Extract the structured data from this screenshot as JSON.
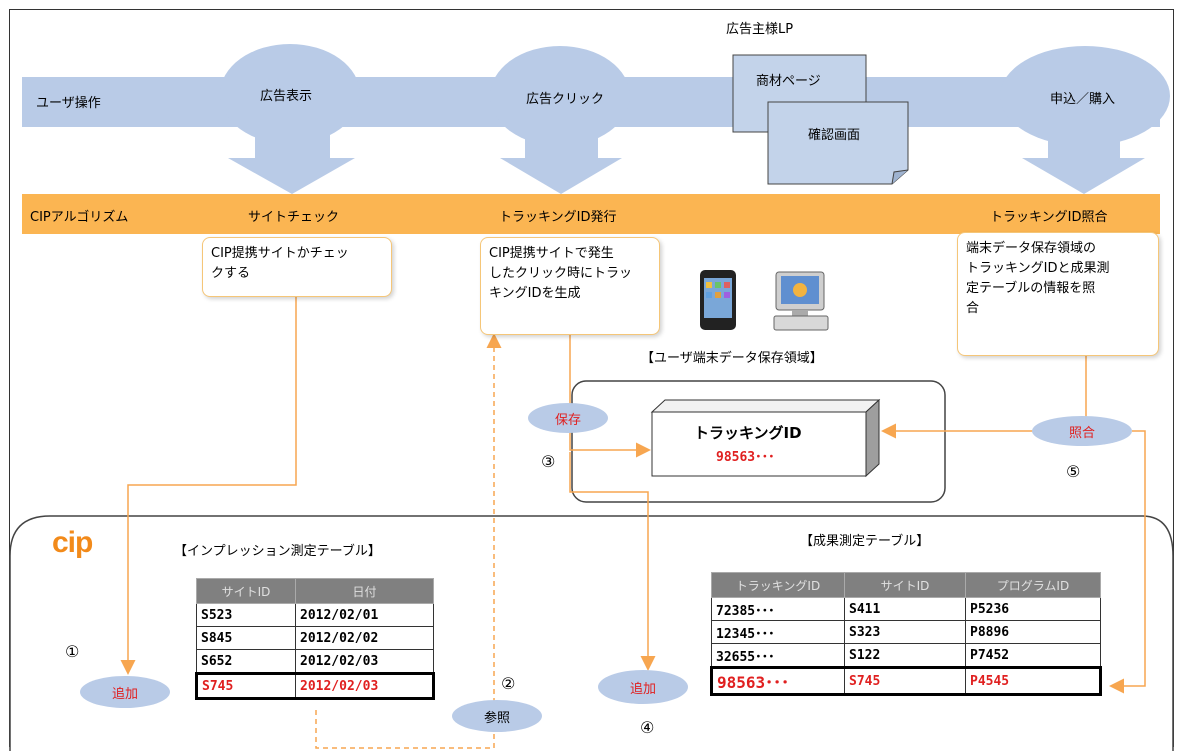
{
  "header_top": "広告主様LP",
  "user_row": {
    "label": "ユーザ操作",
    "steps": [
      "広告表示",
      "広告クリック",
      "申込／購入"
    ]
  },
  "pages": {
    "product": "商材ページ",
    "confirm": "確認画面"
  },
  "cip_row": {
    "label": "CIPアルゴリズム",
    "steps": [
      "サイトチェック",
      "トラッキングID発行",
      "トラッキングID照合"
    ]
  },
  "callouts": {
    "site_check": "CIP提携サイトかチェッ\nクする",
    "issue": "CIP提携サイトで発生\nしたクリック時にトラッ\nキングIDを生成",
    "match": "端末データ保存領域の\nトラッキングIDと成果測\n定テーブルの情報を照\n合"
  },
  "device_storage": {
    "title": "【ユーザ端末データ保存領域】",
    "box_label": "トラッキングID",
    "box_value": "98563･･･"
  },
  "actions": {
    "save": "保存",
    "match": "照合",
    "add1": "追加",
    "ref": "参照",
    "add2": "追加"
  },
  "markers": [
    "①",
    "②",
    "③",
    "④",
    "⑤"
  ],
  "logo": "cip",
  "impression_table": {
    "title": "【インプレッション測定テーブル】",
    "headers": [
      "サイトID",
      "日付"
    ],
    "rows": [
      [
        "S523",
        "2012/02/01"
      ],
      [
        "S845",
        "2012/02/02"
      ],
      [
        "S652",
        "2012/02/03"
      ],
      [
        "S745",
        "2012/02/03"
      ]
    ]
  },
  "result_table": {
    "title": "【成果測定テーブル】",
    "headers": [
      "トラッキングID",
      "サイトID",
      "プログラムID"
    ],
    "rows": [
      [
        "72385･･･",
        "S411",
        "P5236"
      ],
      [
        "12345･･･",
        "S323",
        "P8896"
      ],
      [
        "32655･･･",
        "S122",
        "P7452"
      ],
      [
        "98563･･･",
        "S745",
        "P4545"
      ]
    ]
  },
  "colors": {
    "user_band": "#b9cbe7",
    "cip_band": "#fbb552",
    "arrow_orange": "#f7a650",
    "highlight_red": "#e02020"
  }
}
